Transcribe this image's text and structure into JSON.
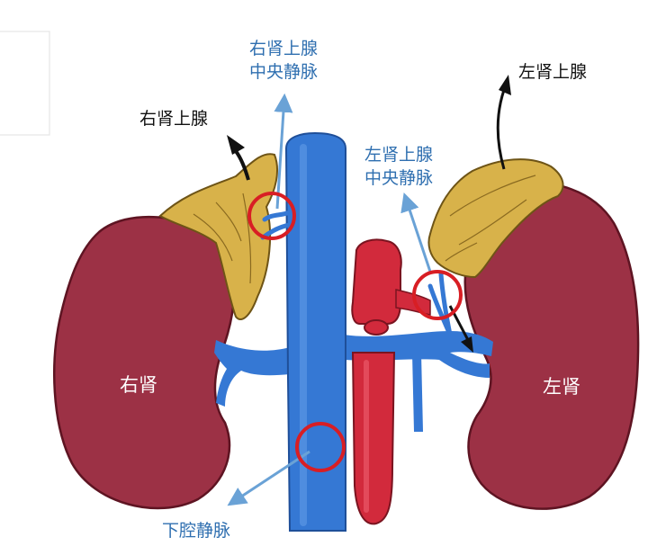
{
  "labels": {
    "right_adrenal": "右肾上腺",
    "left_adrenal": "左肾上腺",
    "right_central_vein_l1": "右肾上腺",
    "right_central_vein_l2": "中央静脉",
    "left_central_vein_l1": "左肾上腺",
    "left_central_vein_l2": "中央静脉",
    "right_kidney": "右肾",
    "left_kidney": "左肾",
    "ivc": "下腔静脉"
  },
  "colors": {
    "kidney": "#9c3145",
    "kidney_edge": "#5e1422",
    "adrenal": "#d8b24a",
    "vein": "#3578d4",
    "artery": "#d22a3c",
    "marker_circle": "#d81e24",
    "leader_line": "#6aa2d6",
    "label_blue": "#2f6fb0"
  }
}
